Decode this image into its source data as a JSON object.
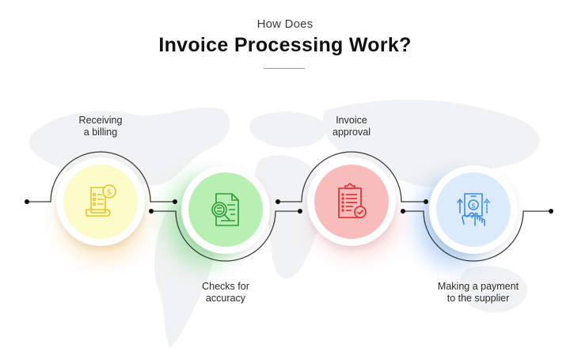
{
  "header": {
    "subtitle": "How Does",
    "title": "Invoice Processing Work?"
  },
  "steps": [
    {
      "order": 1,
      "label_line1": "Receiving",
      "label_line2": "a billing",
      "icon": "receipt-dollar-icon",
      "color": "#e8c72a",
      "fill": "#fdfbc9",
      "glow": "#f8c77a",
      "label_position": "above"
    },
    {
      "order": 2,
      "label_line1": "Checks for",
      "label_line2": "accuracy",
      "icon": "document-magnifier-icon",
      "color": "#2f9a3a",
      "fill": "#b8f0b4",
      "glow": "#7fdc86",
      "label_position": "below"
    },
    {
      "order": 3,
      "label_line1": "Invoice",
      "label_line2": "approval",
      "icon": "clipboard-check-icon",
      "color": "#e0383a",
      "fill": "#f8bdbb",
      "glow": "#f4a0a0",
      "label_position": "above"
    },
    {
      "order": 4,
      "label_line1": "Making a payment",
      "label_line2": "to the supplier",
      "icon": "mobile-payment-icon",
      "color": "#3f8de0",
      "fill": "#dcebfb",
      "glow": "#9cc3f2",
      "label_position": "below"
    }
  ],
  "connector": {
    "line_color": "#3a3a3a",
    "dot_color": "#111111"
  }
}
